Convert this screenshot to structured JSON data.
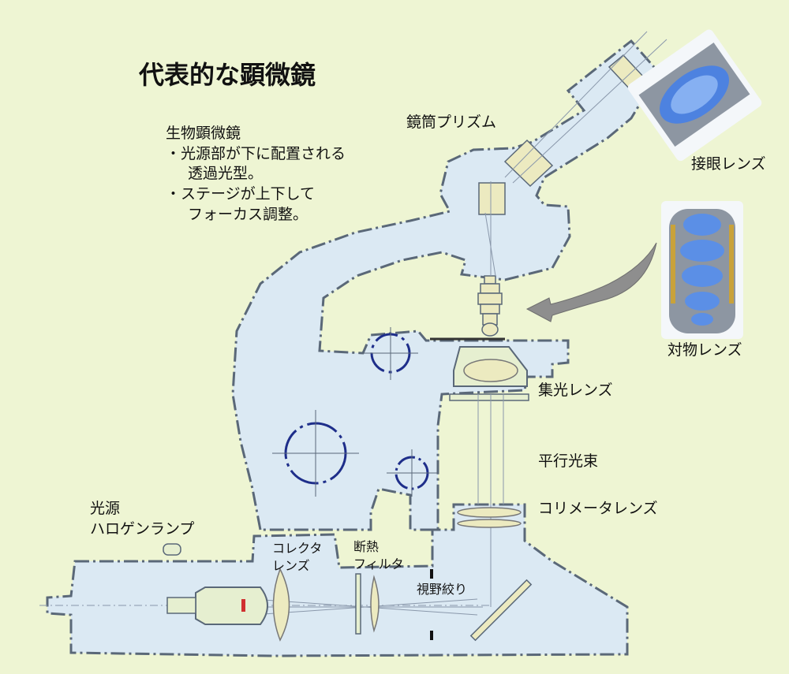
{
  "title": "代表的な顕微鏡",
  "description": {
    "heading": "生物顕微鏡",
    "line1": "・光源部が下に配置される",
    "line2": "透過光型。",
    "line3": "・ステージが上下して",
    "line4": "フォーカス調整。"
  },
  "labels": {
    "prism": "鏡筒プリズム",
    "eyepiece": "接眼レンズ",
    "objective": "対物レンズ",
    "condenser": "集光レンズ",
    "parallel_beam": "平行光束",
    "collimator": "コリメータレンズ",
    "light_source_1": "光源",
    "light_source_2": "ハロゲンランプ",
    "collector_1": "コレクタ",
    "collector_2": "レンズ",
    "heat_filter_1": "断熱",
    "heat_filter_2": "フィルタ",
    "field_stop": "視野絞り"
  },
  "colors": {
    "background": "#eef5d3",
    "body_fill": "#dbe9f3",
    "outline": "#5a6878",
    "accent_blue": "#1e2e8a",
    "lens_fill": "#eceac0",
    "arrow_fill": "#8e8e8e"
  }
}
